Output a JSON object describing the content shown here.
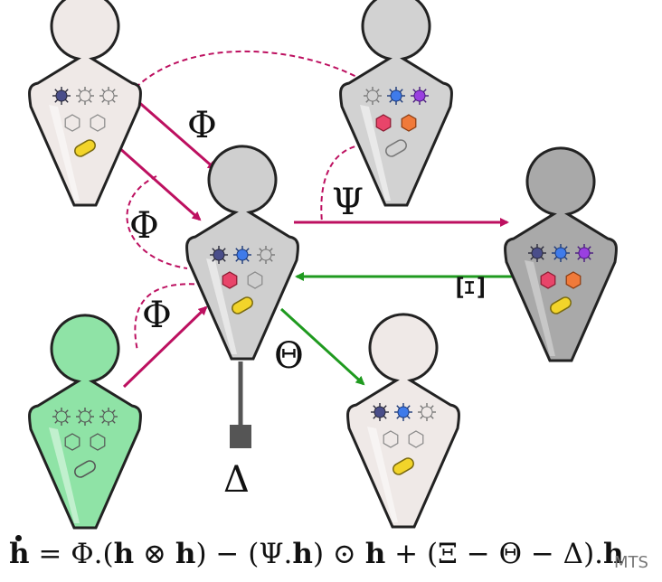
{
  "labels": {
    "phi_top": "Φ",
    "phi_mid": "Φ",
    "phi_low": "Φ",
    "psi": "Ψ",
    "xi": "Ξ",
    "theta": "Θ",
    "delta": "Δ"
  },
  "colors": {
    "crimson": "#bd1060",
    "green": "#1f9a1f",
    "tube_gray": "#555555",
    "person_light": "#efe9e7",
    "person_gray": "#cfcfcf",
    "person_dark": "#a9a9a9",
    "person_green": "#8fe3a6"
  },
  "equation": {
    "h": "h",
    "eq": "=",
    "phi": "Φ.",
    "p1_open": "(",
    "h1": "h",
    "otimes": "⊗",
    "h2": "h",
    "p1_close": ")",
    "minus": "−",
    "p2_open": "(Ψ.",
    "h3": "h",
    "p2_close": ")",
    "odot": "⊙",
    "h4": "h",
    "plus": "+",
    "group": "(Ξ − Θ − Δ).",
    "h5": "h"
  },
  "signature": "MTS"
}
